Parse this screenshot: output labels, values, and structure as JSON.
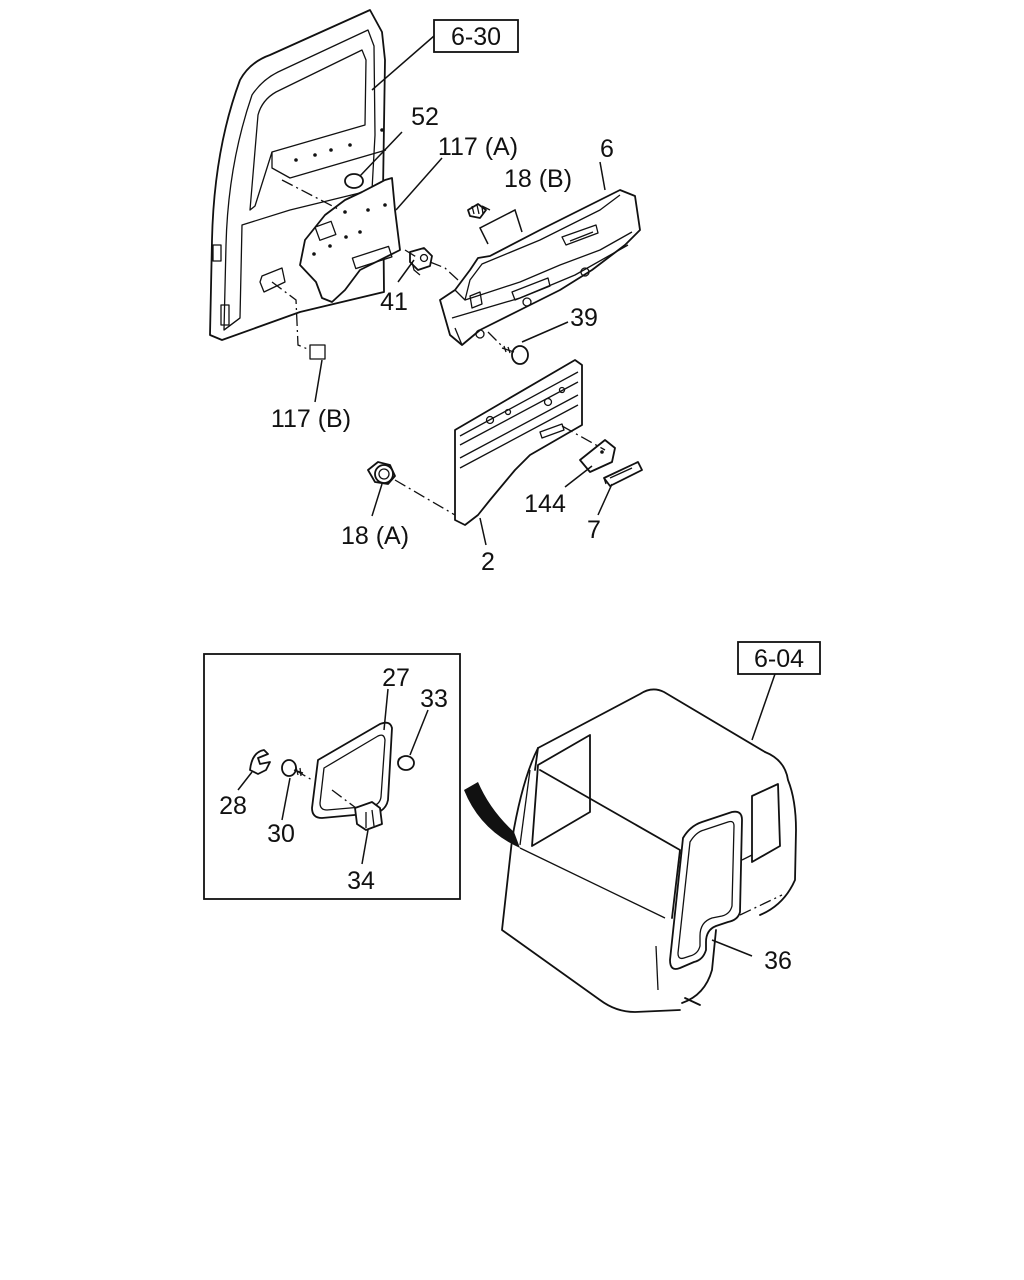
{
  "references": {
    "door_ref": "6-30",
    "cab_ref": "6-04"
  },
  "callouts": {
    "c52": "52",
    "c117a": "117 (A)",
    "c6": "6",
    "c18b": "18 (B)",
    "c41": "41",
    "c39": "39",
    "c117b": "117 (B)",
    "c18a": "18 (A)",
    "c144": "144",
    "c7": "7",
    "c2": "2",
    "c27": "27",
    "c33": "33",
    "c28": "28",
    "c30": "30",
    "c34": "34",
    "c36": "36"
  }
}
